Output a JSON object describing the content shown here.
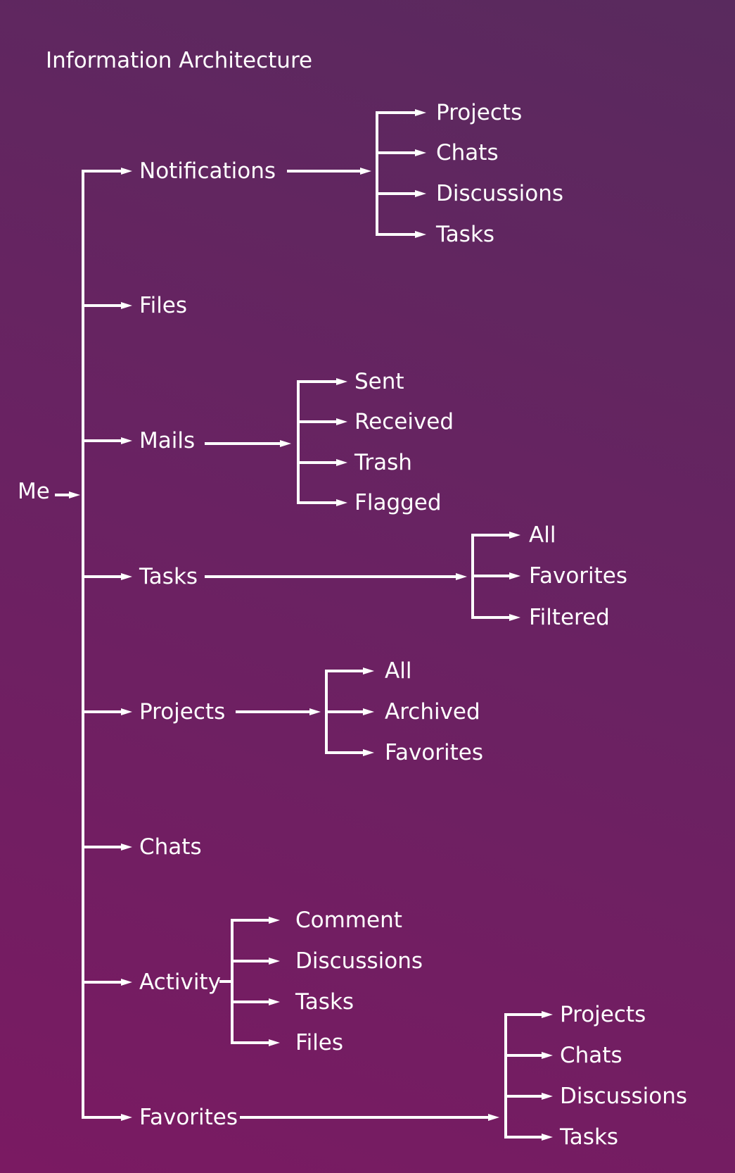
{
  "title": "Information Architecture",
  "root": "Me",
  "branches": [
    {
      "label": "Notifications",
      "children": [
        "Projects",
        "Chats",
        "Discussions",
        "Tasks"
      ]
    },
    {
      "label": "Files",
      "children": []
    },
    {
      "label": "Mails",
      "children": [
        "Sent",
        "Received",
        "Trash",
        "Flagged"
      ]
    },
    {
      "label": "Tasks",
      "children": [
        "All",
        "Favorites",
        "Filtered"
      ]
    },
    {
      "label": "Projects",
      "children": [
        "All",
        "Archived",
        "Favorites"
      ]
    },
    {
      "label": "Chats",
      "children": []
    },
    {
      "label": "Activity",
      "children": [
        "Comment",
        "Discussions",
        "Tasks",
        "Files"
      ]
    },
    {
      "label": "Favorites",
      "children": [
        "Projects",
        "Chats",
        "Discussions",
        "Tasks"
      ]
    }
  ],
  "colors": {
    "line": "#ffffff",
    "text": "#ffffff"
  }
}
